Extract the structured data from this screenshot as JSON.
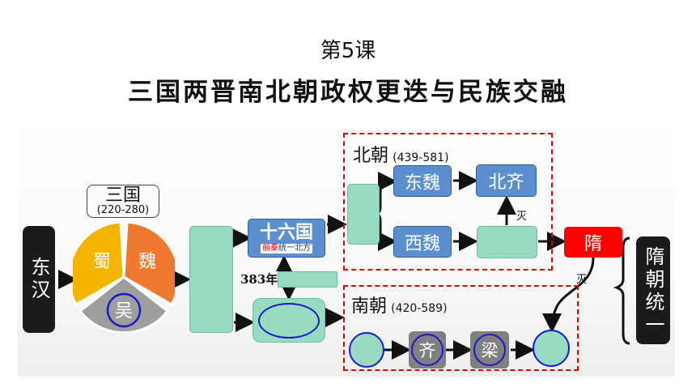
{
  "header": {
    "lesson": "第5课",
    "title": "三国两晋南北朝政权更迭与民族交融"
  },
  "three_kingdoms": {
    "label": "三国",
    "years": "(220-280)",
    "shu": "蜀",
    "wei": "魏",
    "wu": "吴"
  },
  "donghan": "东汉",
  "sixteen": {
    "label": "十六国",
    "sub_red": "前秦",
    "sub_rest": "统一北方"
  },
  "year_383": "383年",
  "north": {
    "label": "北朝",
    "years": "(439-581)",
    "east_wei": "东魏",
    "west_wei": "西魏",
    "north_qi": "北齐"
  },
  "south": {
    "label": "南朝",
    "years": "(420-589)",
    "qi": "齐",
    "liang": "梁"
  },
  "sui": "隋",
  "mie": "灭",
  "sui_unify": "隋朝统一",
  "colors": {
    "red": "#e00000",
    "blue": "#5b8fd0",
    "mint": "#97dcc0",
    "shu": "#f5b400",
    "wei": "#ef7a2f",
    "wu": "#9e9e9e",
    "circle": "#1a1acc"
  }
}
